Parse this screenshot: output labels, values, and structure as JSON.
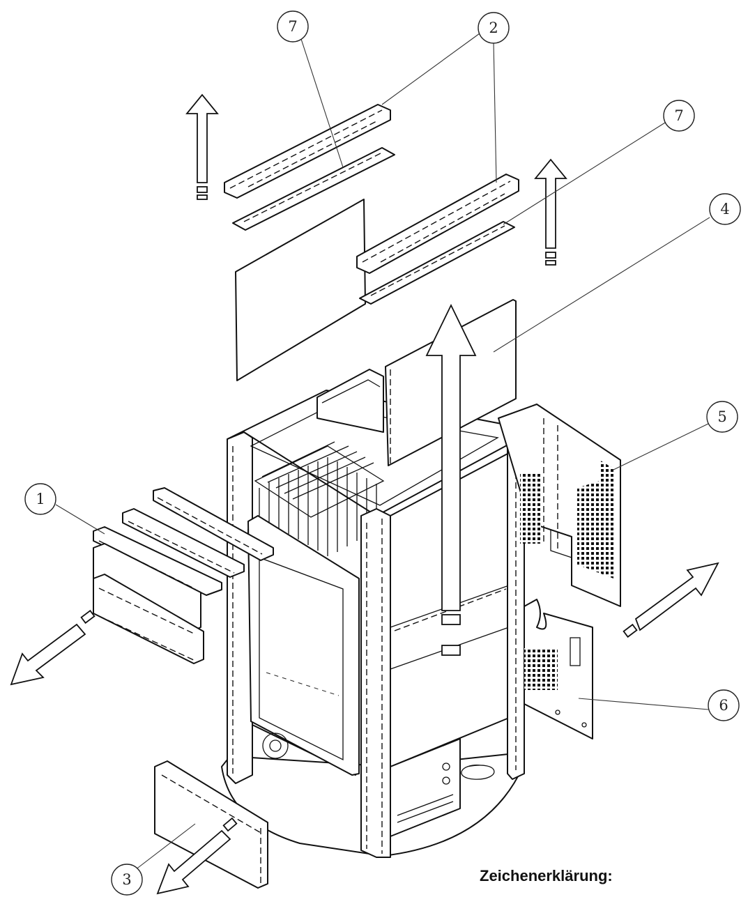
{
  "legend": {
    "title": "Zeichenerklärung:"
  },
  "callouts": [
    "7",
    "2",
    "7",
    "4",
    "5",
    "1",
    "6",
    "3"
  ]
}
